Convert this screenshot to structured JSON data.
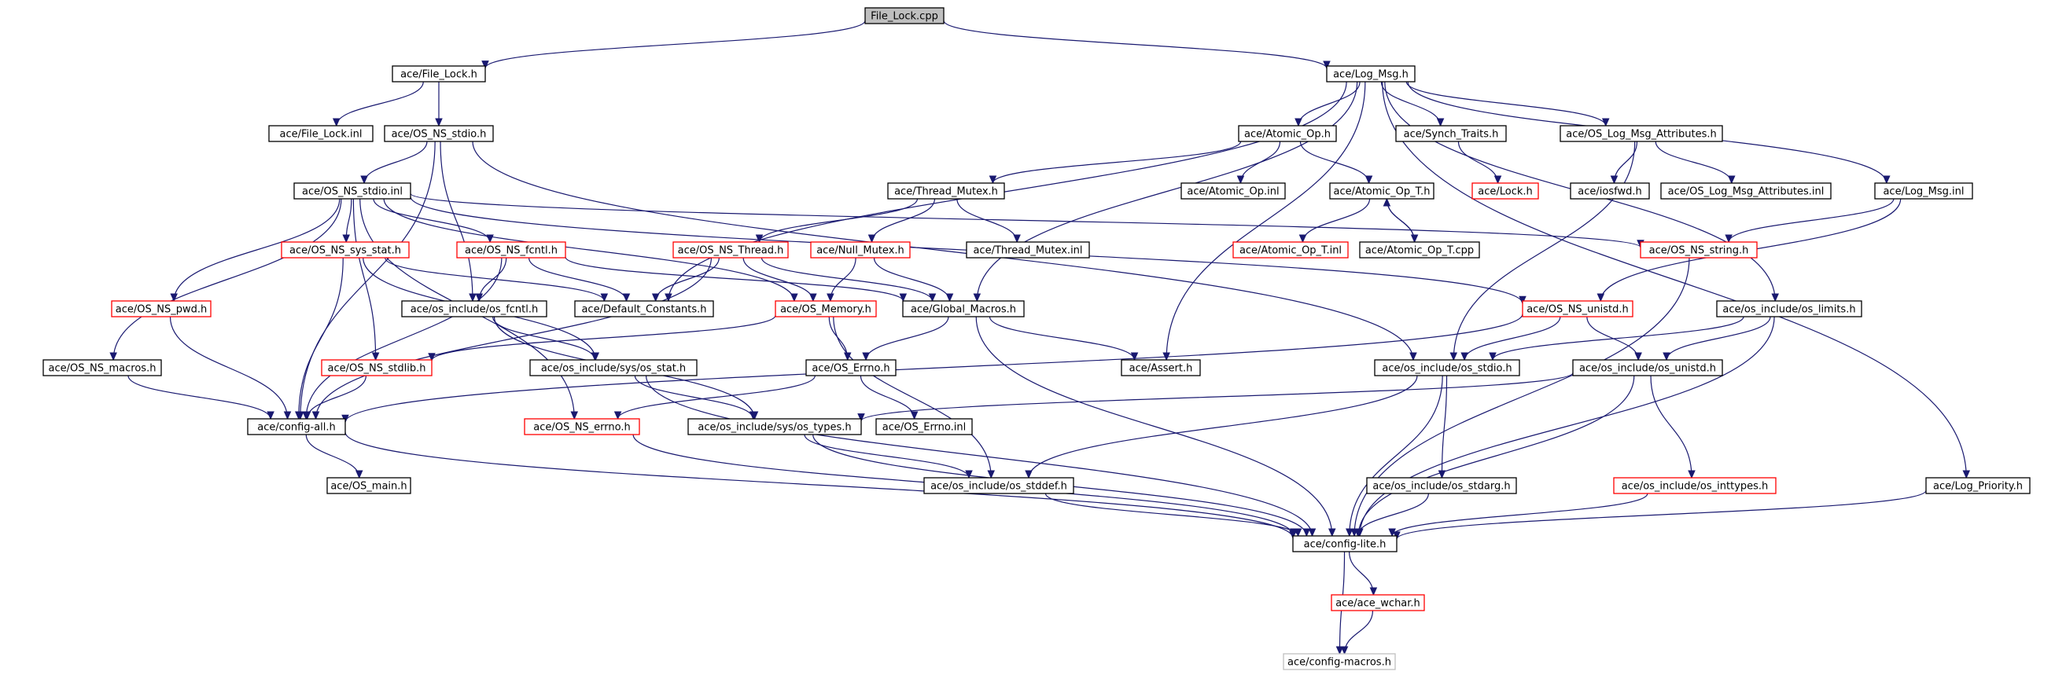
{
  "title": "File_Lock.cpp",
  "colors": {
    "edge": "#191970",
    "border_default": "#000000",
    "border_missing": "#ff0000",
    "border_external": "#bfbfbf",
    "root_fill": "#bfbfbf"
  },
  "nodes": [
    {
      "id": "file_lock_cpp",
      "label": "File_Lock.cpp",
      "style": "root"
    },
    {
      "id": "file_lock_h",
      "label": "ace/File_Lock.h",
      "style": "normal"
    },
    {
      "id": "log_msg_h",
      "label": "ace/Log_Msg.h",
      "style": "normal"
    },
    {
      "id": "file_lock_inl",
      "label": "ace/File_Lock.inl",
      "style": "normal"
    },
    {
      "id": "os_ns_stdio_h",
      "label": "ace/OS_NS_stdio.h",
      "style": "normal"
    },
    {
      "id": "atomic_op_h",
      "label": "ace/Atomic_Op.h",
      "style": "normal"
    },
    {
      "id": "synch_traits_h",
      "label": "ace/Synch_Traits.h",
      "style": "normal"
    },
    {
      "id": "os_log_msg_attr_h",
      "label": "ace/OS_Log_Msg_Attributes.h",
      "style": "normal"
    },
    {
      "id": "os_ns_stdio_inl",
      "label": "ace/OS_NS_stdio.inl",
      "style": "normal"
    },
    {
      "id": "thread_mutex_h",
      "label": "ace/Thread_Mutex.h",
      "style": "normal"
    },
    {
      "id": "atomic_op_inl",
      "label": "ace/Atomic_Op.inl",
      "style": "normal"
    },
    {
      "id": "atomic_op_t_h",
      "label": "ace/Atomic_Op_T.h",
      "style": "normal"
    },
    {
      "id": "lock_h",
      "label": "ace/Lock.h",
      "style": "missing"
    },
    {
      "id": "iosfwd_h",
      "label": "ace/iosfwd.h",
      "style": "normal"
    },
    {
      "id": "os_log_msg_attr_inl",
      "label": "ace/OS_Log_Msg_Attributes.inl",
      "style": "normal"
    },
    {
      "id": "log_msg_inl",
      "label": "ace/Log_Msg.inl",
      "style": "normal"
    },
    {
      "id": "os_ns_sys_stat_h",
      "label": "ace/OS_NS_sys_stat.h",
      "style": "missing"
    },
    {
      "id": "os_ns_fcntl_h",
      "label": "ace/OS_NS_fcntl.h",
      "style": "missing"
    },
    {
      "id": "os_ns_thread_h",
      "label": "ace/OS_NS_Thread.h",
      "style": "missing"
    },
    {
      "id": "null_mutex_h",
      "label": "ace/Null_Mutex.h",
      "style": "missing"
    },
    {
      "id": "thread_mutex_inl",
      "label": "ace/Thread_Mutex.inl",
      "style": "normal"
    },
    {
      "id": "atomic_op_t_inl",
      "label": "ace/Atomic_Op_T.inl",
      "style": "missing"
    },
    {
      "id": "atomic_op_t_cpp",
      "label": "ace/Atomic_Op_T.cpp",
      "style": "normal"
    },
    {
      "id": "os_ns_string_h",
      "label": "ace/OS_NS_string.h",
      "style": "missing"
    },
    {
      "id": "os_ns_pwd_h",
      "label": "ace/OS_NS_pwd.h",
      "style": "missing"
    },
    {
      "id": "os_include_os_fcntl_h",
      "label": "ace/os_include/os_fcntl.h",
      "style": "normal"
    },
    {
      "id": "default_constants_h",
      "label": "ace/Default_Constants.h",
      "style": "normal"
    },
    {
      "id": "os_memory_h",
      "label": "ace/OS_Memory.h",
      "style": "missing"
    },
    {
      "id": "global_macros_h",
      "label": "ace/Global_Macros.h",
      "style": "normal"
    },
    {
      "id": "os_ns_unistd_h",
      "label": "ace/OS_NS_unistd.h",
      "style": "missing"
    },
    {
      "id": "os_include_os_limits_h",
      "label": "ace/os_include/os_limits.h",
      "style": "normal"
    },
    {
      "id": "os_ns_macros_h",
      "label": "ace/OS_NS_macros.h",
      "style": "normal"
    },
    {
      "id": "os_ns_stdlib_h",
      "label": "ace/OS_NS_stdlib.h",
      "style": "missing"
    },
    {
      "id": "os_include_sys_os_stat_h",
      "label": "ace/os_include/sys/os_stat.h",
      "style": "normal"
    },
    {
      "id": "os_errno_h",
      "label": "ace/OS_Errno.h",
      "style": "normal"
    },
    {
      "id": "assert_h",
      "label": "ace/Assert.h",
      "style": "normal"
    },
    {
      "id": "os_include_os_stdio_h",
      "label": "ace/os_include/os_stdio.h",
      "style": "normal"
    },
    {
      "id": "os_include_os_unistd_h",
      "label": "ace/os_include/os_unistd.h",
      "style": "normal"
    },
    {
      "id": "config_all_h",
      "label": "ace/config-all.h",
      "style": "normal"
    },
    {
      "id": "os_ns_errno_h",
      "label": "ace/OS_NS_errno.h",
      "style": "missing"
    },
    {
      "id": "os_include_sys_os_types_h",
      "label": "ace/os_include/sys/os_types.h",
      "style": "normal"
    },
    {
      "id": "os_errno_inl",
      "label": "ace/OS_Errno.inl",
      "style": "normal"
    },
    {
      "id": "os_main_h",
      "label": "ace/OS_main.h",
      "style": "normal"
    },
    {
      "id": "os_include_os_stddef_h",
      "label": "ace/os_include/os_stddef.h",
      "style": "normal"
    },
    {
      "id": "os_include_os_stdarg_h",
      "label": "ace/os_include/os_stdarg.h",
      "style": "normal"
    },
    {
      "id": "os_include_os_inttypes_h",
      "label": "ace/os_include/os_inttypes.h",
      "style": "missing"
    },
    {
      "id": "log_priority_h",
      "label": "ace/Log_Priority.h",
      "style": "normal"
    },
    {
      "id": "config_lite_h",
      "label": "ace/config-lite.h",
      "style": "normal"
    },
    {
      "id": "ace_wchar_h",
      "label": "ace/ace_wchar.h",
      "style": "missing"
    },
    {
      "id": "config_macros_h",
      "label": "ace/config-macros.h",
      "style": "external"
    }
  ],
  "edges": [
    [
      "file_lock_cpp",
      "file_lock_h"
    ],
    [
      "file_lock_cpp",
      "log_msg_h"
    ],
    [
      "file_lock_h",
      "file_lock_inl"
    ],
    [
      "file_lock_h",
      "os_ns_stdio_h"
    ],
    [
      "log_msg_h",
      "atomic_op_h"
    ],
    [
      "log_msg_h",
      "synch_traits_h"
    ],
    [
      "log_msg_h",
      "os_log_msg_attr_h"
    ],
    [
      "log_msg_h",
      "log_msg_inl"
    ],
    [
      "log_msg_h",
      "global_macros_h"
    ],
    [
      "log_msg_h",
      "assert_h"
    ],
    [
      "log_msg_h",
      "default_constants_h"
    ],
    [
      "log_msg_h",
      "os_include_os_limits_h"
    ],
    [
      "log_msg_h",
      "log_priority_h"
    ],
    [
      "os_ns_stdio_h",
      "os_ns_stdio_inl"
    ],
    [
      "os_ns_stdio_h",
      "config_all_h"
    ],
    [
      "os_ns_stdio_h",
      "os_include_os_stdio_h"
    ],
    [
      "os_ns_stdio_h",
      "os_include_os_fcntl_h"
    ],
    [
      "atomic_op_h",
      "thread_mutex_h"
    ],
    [
      "atomic_op_h",
      "atomic_op_inl"
    ],
    [
      "atomic_op_h",
      "atomic_op_t_h"
    ],
    [
      "synch_traits_h",
      "lock_h"
    ],
    [
      "os_log_msg_attr_h",
      "iosfwd_h"
    ],
    [
      "os_log_msg_attr_h",
      "os_log_msg_attr_inl"
    ],
    [
      "os_log_msg_attr_h",
      "os_include_os_stdio_h"
    ],
    [
      "os_ns_stdio_inl",
      "os_ns_sys_stat_h"
    ],
    [
      "os_ns_stdio_inl",
      "os_ns_fcntl_h"
    ],
    [
      "os_ns_stdio_inl",
      "os_ns_pwd_h"
    ],
    [
      "os_ns_stdio_inl",
      "os_ns_macros_h"
    ],
    [
      "os_ns_stdio_inl",
      "os_ns_stdlib_h"
    ],
    [
      "os_ns_stdio_inl",
      "os_ns_errno_h"
    ],
    [
      "os_ns_stdio_inl",
      "os_ns_string_h"
    ],
    [
      "os_ns_stdio_inl",
      "os_ns_unistd_h"
    ],
    [
      "os_ns_stdio_inl",
      "os_memory_h"
    ],
    [
      "thread_mutex_h",
      "os_ns_thread_h"
    ],
    [
      "thread_mutex_h",
      "null_mutex_h"
    ],
    [
      "thread_mutex_h",
      "thread_mutex_inl"
    ],
    [
      "atomic_op_t_h",
      "atomic_op_t_inl"
    ],
    [
      "atomic_op_t_h",
      "atomic_op_t_cpp"
    ],
    [
      "atomic_op_t_cpp",
      "atomic_op_t_h"
    ],
    [
      "log_msg_inl",
      "os_ns_string_h"
    ],
    [
      "log_msg_inl",
      "os_ns_unistd_h"
    ],
    [
      "os_ns_sys_stat_h",
      "config_all_h"
    ],
    [
      "os_ns_sys_stat_h",
      "default_constants_h"
    ],
    [
      "os_ns_sys_stat_h",
      "os_include_sys_os_stat_h"
    ],
    [
      "os_ns_fcntl_h",
      "os_include_os_fcntl_h"
    ],
    [
      "os_ns_fcntl_h",
      "default_constants_h"
    ],
    [
      "os_ns_fcntl_h",
      "global_macros_h"
    ],
    [
      "os_ns_fcntl_h",
      "config_all_h"
    ],
    [
      "os_ns_thread_h",
      "os_memory_h"
    ],
    [
      "os_ns_thread_h",
      "global_macros_h"
    ],
    [
      "os_ns_thread_h",
      "default_constants_h"
    ],
    [
      "os_ns_thread_h",
      "config_all_h"
    ],
    [
      "null_mutex_h",
      "os_memory_h"
    ],
    [
      "null_mutex_h",
      "global_macros_h"
    ],
    [
      "os_ns_string_h",
      "config_lite_h"
    ],
    [
      "os_ns_pwd_h",
      "config_all_h"
    ],
    [
      "os_ns_macros_h",
      "config_all_h"
    ],
    [
      "os_ns_stdlib_h",
      "config_all_h"
    ],
    [
      "os_include_os_fcntl_h",
      "os_include_sys_os_stat_h"
    ],
    [
      "os_include_os_fcntl_h",
      "os_include_sys_os_types_h"
    ],
    [
      "os_memory_h",
      "os_errno_h"
    ],
    [
      "os_memory_h",
      "os_include_os_stddef_h"
    ],
    [
      "os_memory_h",
      "os_ns_stdlib_h"
    ],
    [
      "global_macros_h",
      "assert_h"
    ],
    [
      "global_macros_h",
      "os_errno_h"
    ],
    [
      "global_macros_h",
      "config_lite_h"
    ],
    [
      "os_ns_unistd_h",
      "os_include_os_stdio_h"
    ],
    [
      "os_ns_unistd_h",
      "os_include_os_unistd_h"
    ],
    [
      "os_ns_unistd_h",
      "config_all_h"
    ],
    [
      "os_include_os_limits_h",
      "os_include_os_unistd_h"
    ],
    [
      "os_include_os_limits_h",
      "os_include_os_stdio_h"
    ],
    [
      "os_include_os_limits_h",
      "config_lite_h"
    ],
    [
      "os_include_sys_os_stat_h",
      "os_include_sys_os_types_h"
    ],
    [
      "os_include_sys_os_stat_h",
      "config_lite_h"
    ],
    [
      "os_errno_h",
      "os_errno_inl"
    ],
    [
      "os_errno_h",
      "os_ns_errno_h"
    ],
    [
      "os_include_os_stdio_h",
      "os_include_os_stdarg_h"
    ],
    [
      "os_include_os_stdio_h",
      "os_include_os_stddef_h"
    ],
    [
      "os_include_os_stdio_h",
      "config_lite_h"
    ],
    [
      "os_include_os_unistd_h",
      "os_include_os_inttypes_h"
    ],
    [
      "os_include_os_unistd_h",
      "os_include_sys_os_types_h"
    ],
    [
      "os_include_os_unistd_h",
      "config_lite_h"
    ],
    [
      "config_all_h",
      "os_main_h"
    ],
    [
      "config_all_h",
      "config_lite_h"
    ],
    [
      "os_ns_errno_h",
      "config_lite_h"
    ],
    [
      "os_include_sys_os_types_h",
      "os_include_os_stddef_h"
    ],
    [
      "os_include_sys_os_types_h",
      "config_lite_h"
    ],
    [
      "os_include_os_stddef_h",
      "config_lite_h"
    ],
    [
      "os_include_os_stdarg_h",
      "config_lite_h"
    ],
    [
      "os_include_os_inttypes_h",
      "config_lite_h"
    ],
    [
      "log_priority_h",
      "config_lite_h"
    ],
    [
      "config_lite_h",
      "ace_wchar_h"
    ],
    [
      "config_lite_h",
      "config_macros_h"
    ],
    [
      "ace_wchar_h",
      "config_macros_h"
    ]
  ]
}
